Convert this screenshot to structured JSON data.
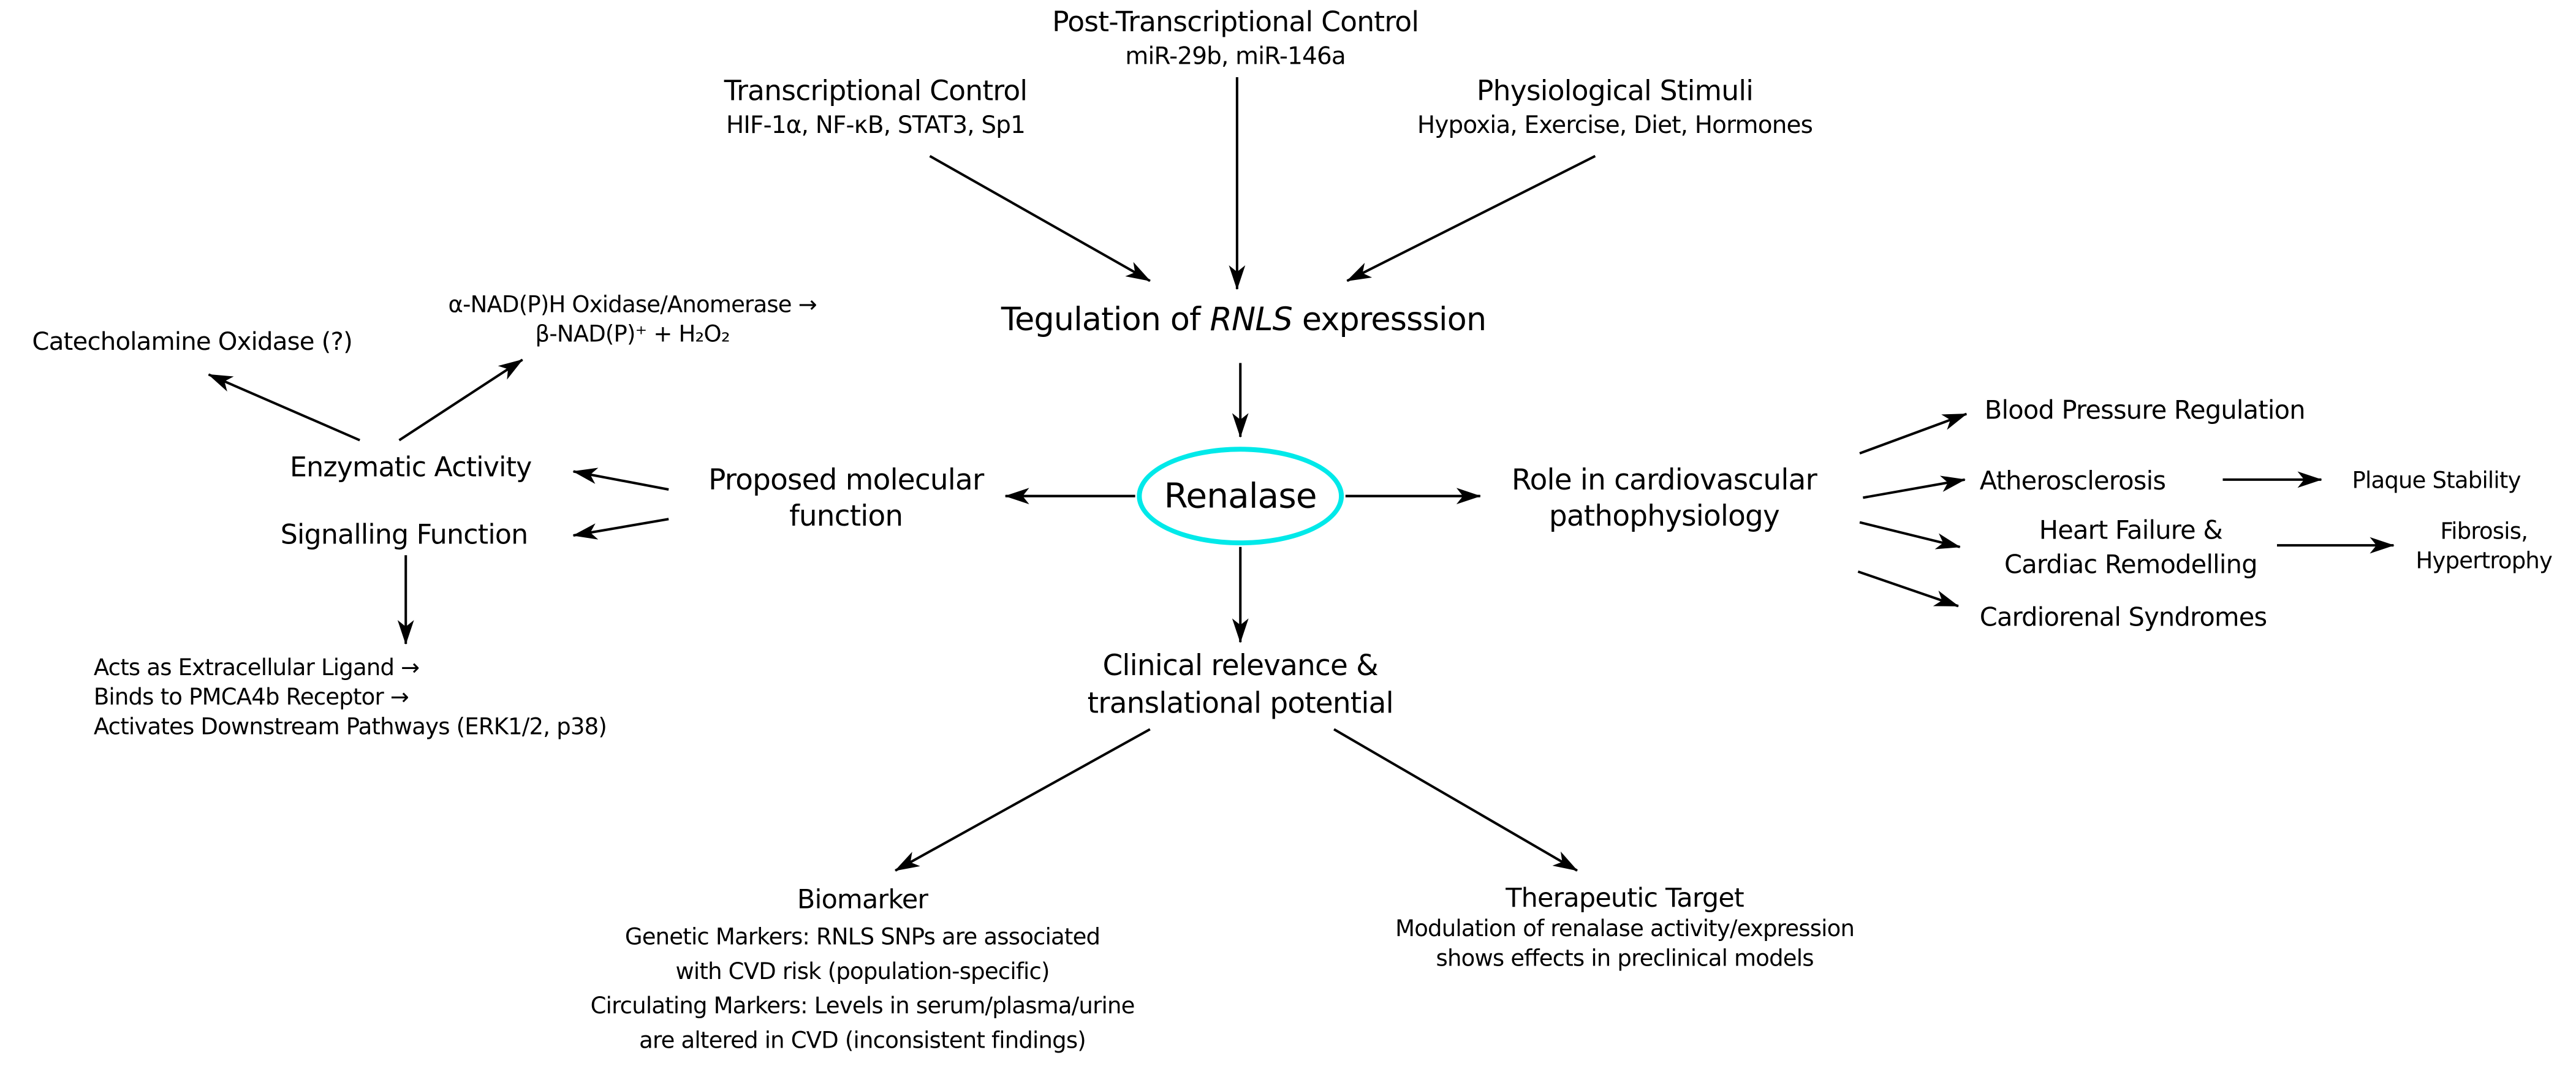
{
  "colors": {
    "background": "#ffffff",
    "text": "#000000",
    "renalase_ellipse_accent": "#00e9e9"
  },
  "nodes": {
    "post_transcriptional_control": {
      "title": "Post-Transcriptional Control",
      "subtitle": "miR-29b, miR-146a"
    },
    "transcriptional_control": {
      "title": "Transcriptional Control",
      "subtitle": "HIF-1α, NF-κB, STAT3, Sp1"
    },
    "physiological_stimuli": {
      "title": "Physiological Stimuli",
      "subtitle": "Hypoxia, Exercise, Diet, Hormones"
    },
    "rnls_regulation": {
      "prefix": "Tegulation of ",
      "gene": "RNLS",
      "suffix": " expresssion"
    },
    "renalase": {
      "label": "Renalase"
    },
    "proposed_function": {
      "line1": "Proposed molecular",
      "line2": "function"
    },
    "enzymatic_activity": {
      "label": "Enzymatic Activity"
    },
    "signalling_function": {
      "label": "Signalling Function"
    },
    "catecholamine_oxidase": {
      "label": "Catecholamine Oxidase (?)"
    },
    "nad_reaction": {
      "line1": "α-NAD(P)H Oxidase/Anomerase →",
      "line2": "β-NAD(P)⁺ + H₂O₂"
    },
    "ligand_cascade": {
      "line1": "Acts as Extracellular Ligand →",
      "line2": "Binds to PMCA4b Receptor →",
      "line3": "Activates Downstream Pathways (ERK1/2, p38)"
    },
    "role_cardiovascular": {
      "line1": "Role in cardiovascular",
      "line2": "pathophysiology"
    },
    "blood_pressure": {
      "label": "Blood Pressure Regulation"
    },
    "atherosclerosis": {
      "label": "Atherosclerosis"
    },
    "plaque_stability": {
      "label": "Plaque Stability"
    },
    "heart_failure": {
      "line1": "Heart Failure &",
      "line2": "Cardiac Remodelling"
    },
    "fibrosis_hypertrophy": {
      "line1": "Fibrosis,",
      "line2": "Hypertrophy"
    },
    "cardiorenal_syndromes": {
      "label": "Cardiorenal Syndromes"
    },
    "clinical_relevance": {
      "line1": "Clinical relevance &",
      "line2": "translational potential"
    },
    "biomarker": {
      "title": "Biomarker",
      "line1": "Genetic Markers: RNLS SNPs are associated",
      "line2": "with CVD risk (population-specific)",
      "line3": "Circulating Markers: Levels in serum/plasma/urine",
      "line4": "are altered in CVD (inconsistent findings)"
    },
    "therapeutic_target": {
      "title": "Therapeutic Target",
      "line1": "Modulation of renalase activity/expression",
      "line2": "shows effects in preclinical models"
    }
  }
}
